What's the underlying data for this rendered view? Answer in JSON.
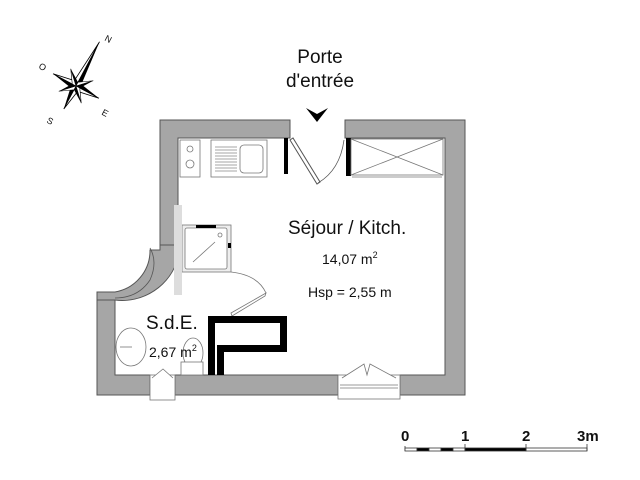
{
  "entrance": {
    "line1": "Porte",
    "line2": "d'entrée"
  },
  "rooms": [
    {
      "name": "Séjour / Kitch.",
      "area_value": "14,07 m",
      "area_unit_sup": "2",
      "height_label": "Hsp = 2,55 m"
    },
    {
      "name": "S.d.E.",
      "area_value": "2,67 m",
      "area_unit_sup": "2"
    }
  ],
  "compass": {
    "north": "N",
    "south": "S",
    "east": "E",
    "west": "O"
  },
  "scale_bar": {
    "ticks": [
      "0",
      "1",
      "2",
      "3m"
    ]
  },
  "colors": {
    "wall_fill": "#a6a6a6",
    "wall_stroke": "#555555",
    "fixture_stroke": "#7a7a7a",
    "black": "#000000"
  }
}
